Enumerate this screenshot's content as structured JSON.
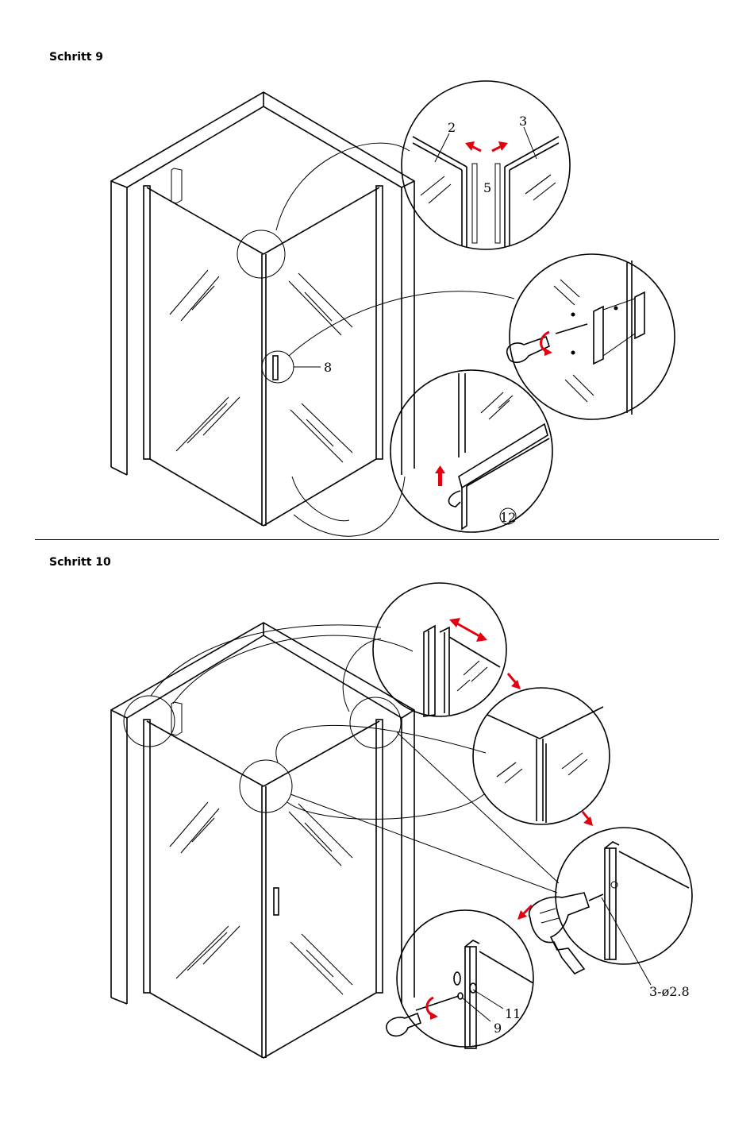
{
  "steps": [
    {
      "title": "Schritt 9"
    },
    {
      "title": "Schritt 10"
    }
  ],
  "callouts": {
    "s9_detail1_left": "2",
    "s9_detail1_right": "3",
    "s9_detail1_center": "5",
    "s9_handle": "8",
    "s9_detail3": "12",
    "s10_drill": "3-ø2.8",
    "s10_screw": "11",
    "s10_washer": "9"
  },
  "colors": {
    "arrow": "#e3000f",
    "line": "#000000"
  }
}
